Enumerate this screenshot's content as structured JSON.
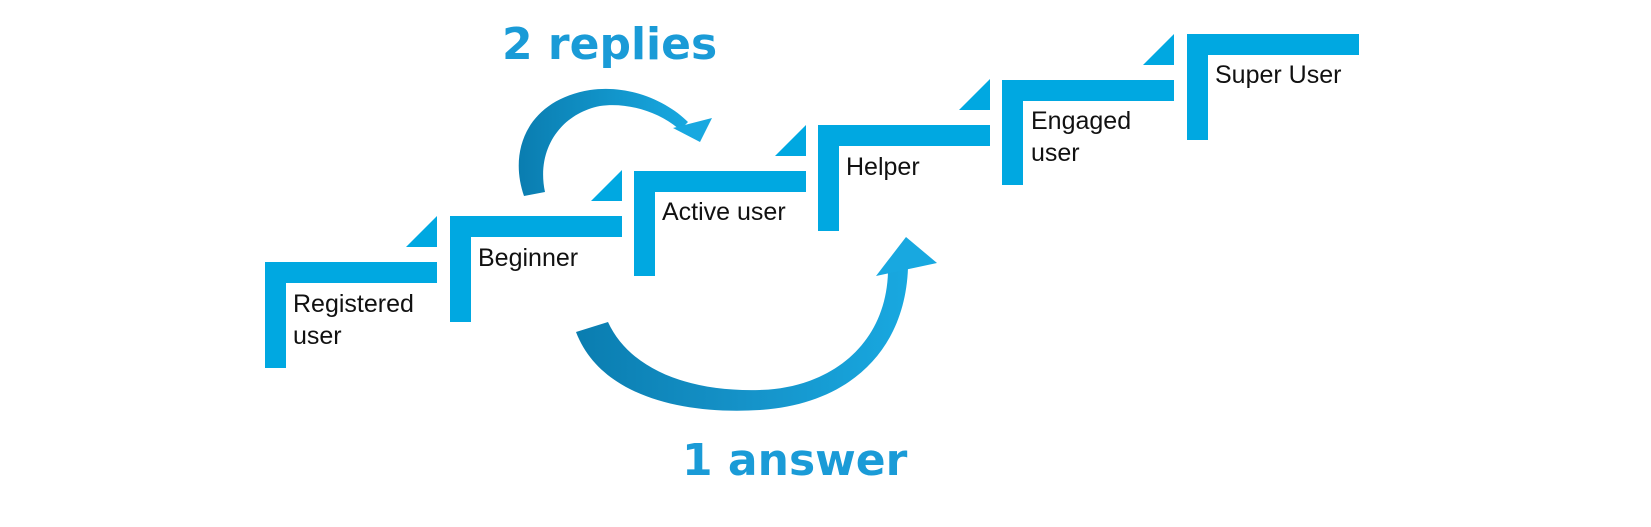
{
  "colors": {
    "step": "#00A8E1",
    "arrow_light": "#18A8E0",
    "arrow_dark": "#0A7DB0",
    "label_accent": "#1A9BD7",
    "text": "#111111"
  },
  "steps": [
    {
      "label_lines": [
        "Registered",
        "user"
      ]
    },
    {
      "label_lines": [
        "Beginner"
      ]
    },
    {
      "label_lines": [
        "Active user"
      ]
    },
    {
      "label_lines": [
        "Helper"
      ]
    },
    {
      "label_lines": [
        "Engaged",
        "user"
      ]
    },
    {
      "label_lines": [
        "Super User"
      ]
    }
  ],
  "arrows": {
    "replies": {
      "label": "2 replies",
      "from": "Beginner",
      "to": "Active user"
    },
    "answer": {
      "label": "1 answer",
      "from": "Beginner",
      "to": "Helper"
    }
  }
}
